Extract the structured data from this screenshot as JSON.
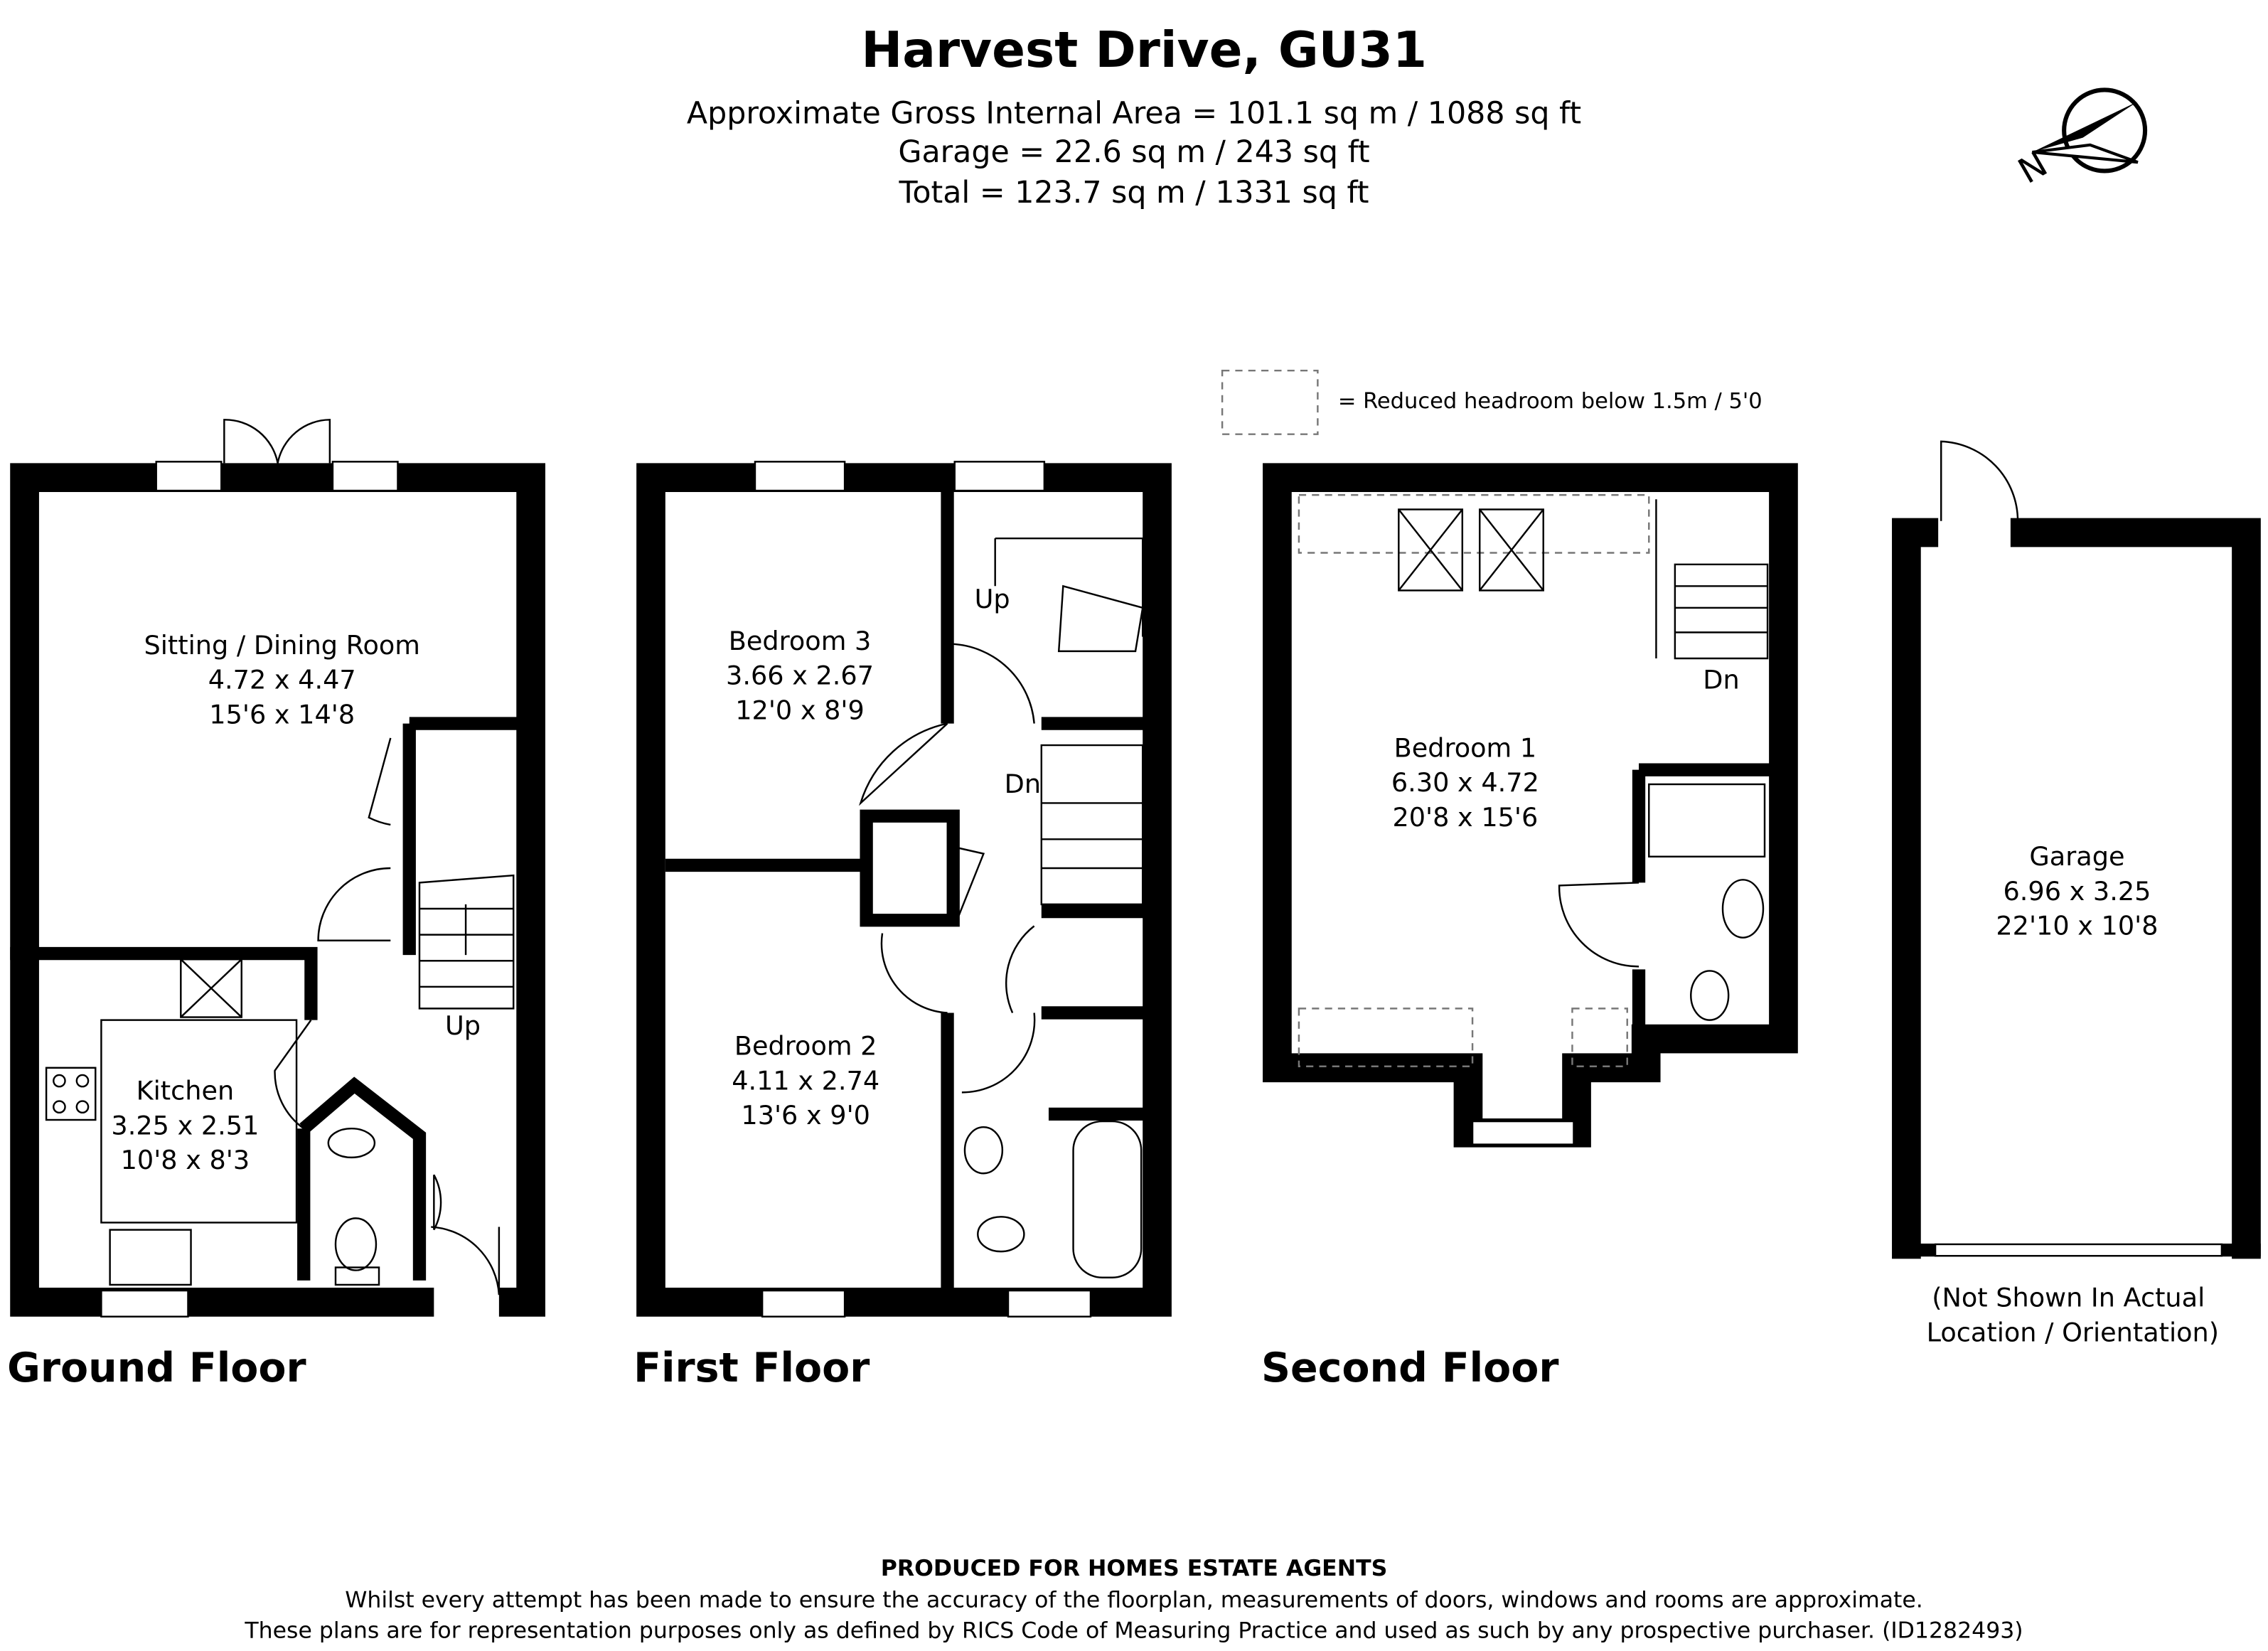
{
  "header": {
    "title": "Harvest Drive, GU31",
    "areas": [
      "Approximate Gross Internal Area = 101.1 sq m / 1088 sq ft",
      "Garage = 22.6 sq m / 243 sq ft",
      "Total = 123.7 sq m / 1331 sq ft"
    ]
  },
  "compass": {
    "icon": "north-compass-icon",
    "label": "N"
  },
  "legend": {
    "text": "= Reduced headroom below 1.5m / 5'0"
  },
  "floors": {
    "ground": {
      "label": "Ground Floor",
      "rooms": [
        {
          "name": "Sitting / Dining Room",
          "metric": "4.72 x 4.47",
          "imperial": "15'6 x 14'8"
        },
        {
          "name": "Kitchen",
          "metric": "3.25 x 2.51",
          "imperial": "10'8 x 8'3"
        }
      ],
      "stairs": "Up"
    },
    "first": {
      "label": "First Floor",
      "rooms": [
        {
          "name": "Bedroom 3",
          "metric": "3.66 x 2.67",
          "imperial": "12'0 x 8'9"
        },
        {
          "name": "Bedroom 2",
          "metric": "4.11 x 2.74",
          "imperial": "13'6 x 9'0"
        }
      ],
      "stairs_up": "Up",
      "stairs_down": "Dn"
    },
    "second": {
      "label": "Second Floor",
      "rooms": [
        {
          "name": "Bedroom 1",
          "metric": "6.30 x 4.72",
          "imperial": "20'8 x 15'6"
        }
      ],
      "stairs_down": "Dn"
    },
    "garage": {
      "rooms": [
        {
          "name": "Garage",
          "metric": "6.96 x 3.25",
          "imperial": "22'10 x 10'8"
        }
      ],
      "note": [
        "(Not Shown In Actual",
        "Location / Orientation)"
      ]
    }
  },
  "footer": {
    "producer": "PRODUCED FOR HOMES ESTATE AGENTS",
    "lines": [
      "Whilst every attempt has been made to ensure the accuracy of the floorplan, measurements of doors, windows and rooms are approximate.",
      "These plans are for representation purposes only as defined by RICS Code of Measuring Practice and used as such by any prospective purchaser. (ID1282493)"
    ]
  }
}
